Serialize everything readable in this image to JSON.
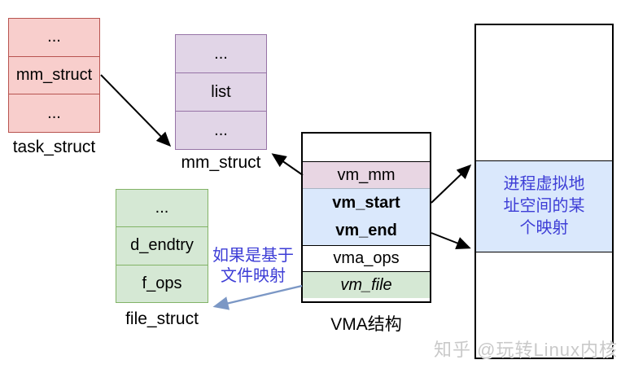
{
  "diagram": {
    "boxes": {
      "task_struct": {
        "label": "task_struct",
        "rows": [
          "...",
          "mm_struct",
          "..."
        ],
        "fill": "#f8cecc",
        "border_color": "#b85450"
      },
      "mm_struct": {
        "label": "mm_struct",
        "rows": [
          "...",
          "list",
          "..."
        ],
        "fill": "#e1d5e7",
        "border_color": "#9673a6"
      },
      "file_struct": {
        "label": "file_struct",
        "rows": [
          "...",
          "d_endtry",
          "f_ops"
        ],
        "fill": "#d5e8d4",
        "border_color": "#82b366"
      },
      "vma": {
        "label": "VMA结构",
        "border_color": "#000000",
        "rows": [
          {
            "text": "",
            "fill": "#ffffff"
          },
          {
            "text": "vm_mm",
            "fill": "#e8d6e3"
          },
          {
            "text": "vm_start",
            "fill": "#dae8fc",
            "bold": true
          },
          {
            "text": "vm_end",
            "fill": "#dae8fc",
            "bold": true
          },
          {
            "text": "vma_ops",
            "fill": "#ffffff"
          },
          {
            "text": "vm_file",
            "fill": "#d5e8d4",
            "italic": true
          }
        ]
      },
      "address_space": {
        "band_lines": [
          "进程虚拟地",
          "址空间的某",
          "个映射"
        ],
        "band_fill": "#dae8fc",
        "text_color": "#3d3dd6",
        "border_color": "#000000"
      }
    },
    "annotation": {
      "lines": [
        "如果是基于",
        "文件映射"
      ],
      "color": "#3d3dd6"
    },
    "watermark": {
      "text": "知乎 @玩转Linux内核",
      "color": "#c9c9c9"
    },
    "arrow_color": "#000000",
    "file_arrow_color": "#7b97c5"
  }
}
